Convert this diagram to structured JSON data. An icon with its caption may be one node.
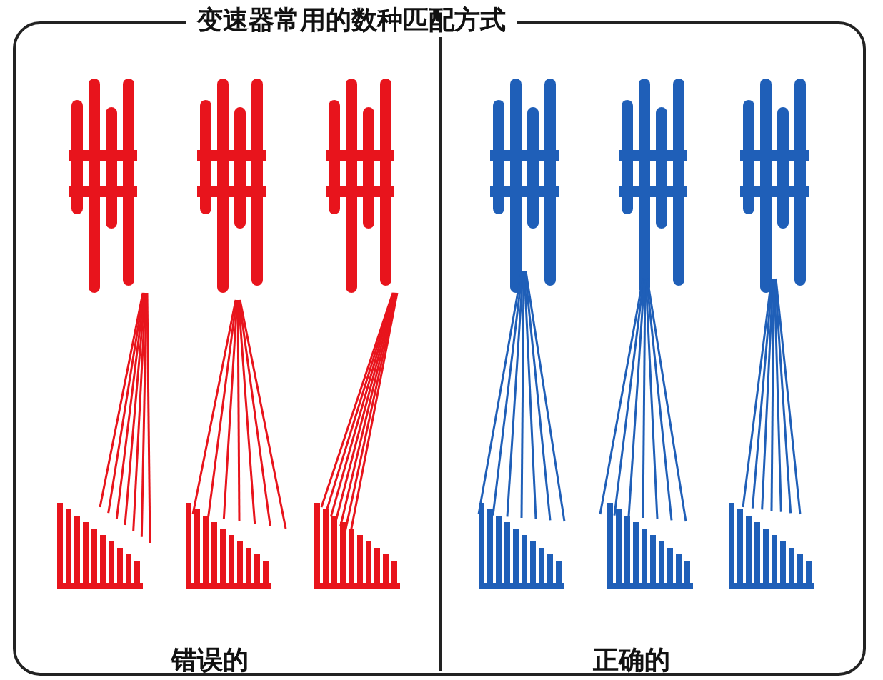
{
  "diagram": {
    "title": "变速器常用的数种匹配方式",
    "labels": [
      "错误的",
      "正确的"
    ]
  }
}
